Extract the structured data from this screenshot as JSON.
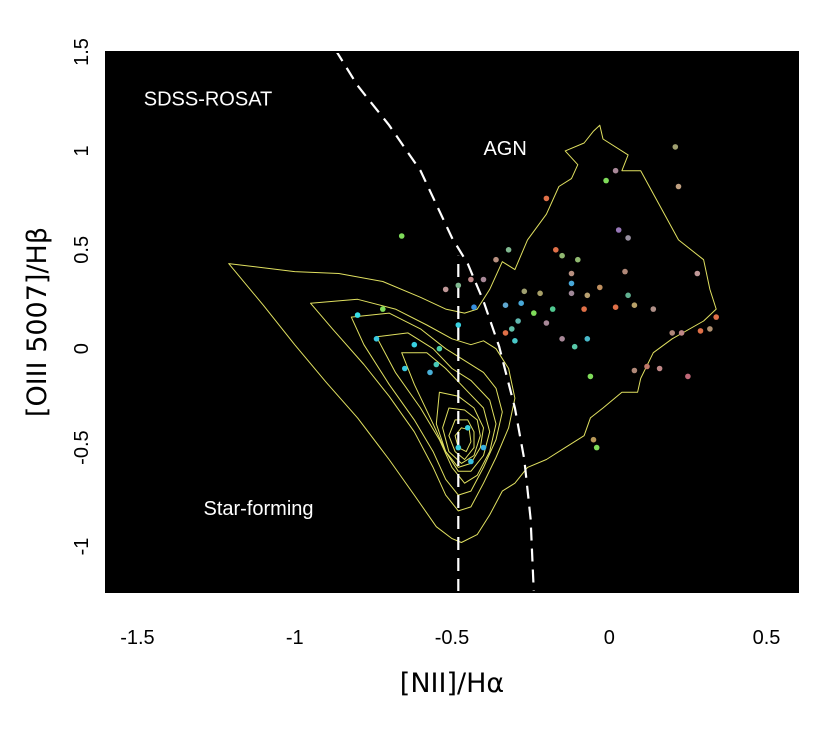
{
  "chart_data": {
    "type": "scatter",
    "title": "",
    "xlabel": "[NII]/Hα",
    "ylabel": "[OIII 5007]/Hβ",
    "xlim": [
      -1.6,
      0.6
    ],
    "ylim": [
      -1.23,
      1.5
    ],
    "x_ticks": [
      -1.5,
      -1,
      -0.5,
      0,
      0.5
    ],
    "x_tick_labels": [
      "-1.5",
      "-1",
      "-0.5",
      "0",
      "0.5"
    ],
    "y_ticks": [
      -1,
      -0.5,
      0,
      0.5,
      1,
      1.5
    ],
    "y_tick_labels": [
      "-1",
      "-0.5",
      "0",
      "0.5",
      "1",
      "1.5"
    ],
    "background": "#000000",
    "contour_color": "#e0e060",
    "divider_color": "#ffffff",
    "annotations": [
      {
        "text": "SDSS-ROSAT",
        "x": -1.48,
        "y": 1.23
      },
      {
        "text": "AGN",
        "x": -0.4,
        "y": 0.98
      },
      {
        "text": "Star-forming",
        "x": -1.29,
        "y": -0.84
      }
    ],
    "divider_lines": [
      {
        "name": "kauffmann",
        "x": [
          -0.48,
          -0.48,
          -0.48
        ],
        "y": [
          -1.23,
          -0.5,
          0.47
        ]
      },
      {
        "name": "kewley",
        "x": [
          -0.87,
          -0.8,
          -0.7,
          -0.6,
          -0.5,
          -0.45,
          -0.4,
          -0.35,
          -0.3,
          -0.27,
          -0.25,
          -0.24
        ],
        "y": [
          1.51,
          1.33,
          1.13,
          0.9,
          0.56,
          0.43,
          0.24,
          0.01,
          -0.3,
          -0.56,
          -0.86,
          -1.23
        ]
      }
    ],
    "contours": [
      {
        "level": 1,
        "x": [
          -1.21,
          -1.0,
          -0.86,
          -0.72,
          -0.6,
          -0.52,
          -0.46,
          -0.42,
          -0.38,
          -0.34,
          -0.3,
          -0.26,
          -0.2,
          -0.16,
          -0.12,
          -0.1,
          -0.14,
          -0.08,
          -0.05,
          -0.03,
          -0.02,
          0.06,
          0.04,
          0.1,
          0.22,
          0.3,
          0.32,
          0.34,
          0.3,
          0.2,
          0.14,
          0.1,
          0.09,
          0.04,
          -0.02,
          -0.06,
          -0.08,
          -0.14,
          -0.2,
          -0.26,
          -0.3,
          -0.34,
          -0.38,
          -0.42,
          -0.47,
          -0.5,
          -0.55,
          -0.62,
          -0.7,
          -0.8,
          -0.9,
          -1.0,
          -1.1,
          -1.21
        ],
        "y": [
          0.43,
          0.39,
          0.38,
          0.34,
          0.26,
          0.2,
          0.18,
          0.2,
          0.3,
          0.44,
          0.4,
          0.55,
          0.68,
          0.82,
          0.86,
          0.93,
          1.0,
          1.04,
          1.1,
          1.13,
          1.06,
          0.98,
          0.9,
          0.9,
          0.55,
          0.45,
          0.3,
          0.2,
          0.14,
          0.05,
          -0.02,
          -0.15,
          -0.22,
          -0.22,
          -0.3,
          -0.35,
          -0.44,
          -0.5,
          -0.56,
          -0.6,
          -0.68,
          -0.72,
          -0.84,
          -0.94,
          -0.98,
          -0.96,
          -0.9,
          -0.74,
          -0.56,
          -0.35,
          -0.17,
          0.02,
          0.22,
          0.43
        ]
      },
      {
        "level": 2,
        "x": [
          -0.95,
          -0.8,
          -0.68,
          -0.58,
          -0.5,
          -0.44,
          -0.4,
          -0.36,
          -0.32,
          -0.3,
          -0.32,
          -0.36,
          -0.4,
          -0.44,
          -0.48,
          -0.52,
          -0.56,
          -0.62,
          -0.7,
          -0.78,
          -0.88,
          -0.95
        ],
        "y": [
          0.23,
          0.25,
          0.2,
          0.12,
          0.05,
          0.02,
          0.04,
          0.0,
          -0.1,
          -0.25,
          -0.4,
          -0.55,
          -0.68,
          -0.8,
          -0.82,
          -0.74,
          -0.6,
          -0.42,
          -0.24,
          -0.08,
          0.1,
          0.23
        ]
      },
      {
        "level": 3,
        "x": [
          -0.82,
          -0.7,
          -0.6,
          -0.52,
          -0.46,
          -0.4,
          -0.36,
          -0.34,
          -0.36,
          -0.4,
          -0.44,
          -0.48,
          -0.52,
          -0.56,
          -0.62,
          -0.7,
          -0.78,
          -0.82
        ],
        "y": [
          0.16,
          0.18,
          0.1,
          0.0,
          -0.06,
          -0.12,
          -0.2,
          -0.32,
          -0.46,
          -0.6,
          -0.72,
          -0.74,
          -0.66,
          -0.52,
          -0.36,
          -0.18,
          0.02,
          0.16
        ]
      },
      {
        "level": 4,
        "x": [
          -0.74,
          -0.64,
          -0.56,
          -0.5,
          -0.44,
          -0.38,
          -0.36,
          -0.38,
          -0.42,
          -0.46,
          -0.5,
          -0.54,
          -0.6,
          -0.68,
          -0.74
        ],
        "y": [
          0.06,
          0.08,
          0.0,
          -0.1,
          -0.16,
          -0.26,
          -0.38,
          -0.52,
          -0.64,
          -0.68,
          -0.6,
          -0.46,
          -0.3,
          -0.12,
          0.06
        ]
      },
      {
        "level": 5,
        "x": [
          -0.66,
          -0.58,
          -0.52,
          -0.46,
          -0.4,
          -0.38,
          -0.4,
          -0.44,
          -0.48,
          -0.52,
          -0.56,
          -0.62,
          -0.66
        ],
        "y": [
          -0.02,
          -0.02,
          -0.1,
          -0.2,
          -0.3,
          -0.42,
          -0.54,
          -0.62,
          -0.62,
          -0.52,
          -0.38,
          -0.18,
          -0.02
        ]
      },
      {
        "level": 6,
        "x": [
          -0.54,
          -0.48,
          -0.43,
          -0.4,
          -0.41,
          -0.44,
          -0.48,
          -0.52,
          -0.55,
          -0.54
        ],
        "y": [
          -0.22,
          -0.24,
          -0.3,
          -0.4,
          -0.5,
          -0.58,
          -0.6,
          -0.52,
          -0.38,
          -0.22
        ]
      },
      {
        "level": 7,
        "x": [
          -0.51,
          -0.46,
          -0.42,
          -0.41,
          -0.43,
          -0.47,
          -0.51,
          -0.53,
          -0.51
        ],
        "y": [
          -0.3,
          -0.31,
          -0.36,
          -0.44,
          -0.54,
          -0.58,
          -0.52,
          -0.4,
          -0.3
        ]
      },
      {
        "level": 8,
        "x": [
          -0.49,
          -0.45,
          -0.43,
          -0.43,
          -0.46,
          -0.49,
          -0.51,
          -0.49
        ],
        "y": [
          -0.36,
          -0.36,
          -0.42,
          -0.5,
          -0.56,
          -0.52,
          -0.44,
          -0.36
        ]
      },
      {
        "level": 9,
        "x": [
          -0.47,
          -0.445,
          -0.44,
          -0.455,
          -0.48,
          -0.49,
          -0.47
        ],
        "y": [
          -0.4,
          -0.41,
          -0.47,
          -0.52,
          -0.5,
          -0.44,
          -0.4
        ]
      }
    ],
    "points": [
      {
        "x": -0.66,
        "y": 0.57,
        "color": "#7fdc5a"
      },
      {
        "x": -0.72,
        "y": 0.2,
        "color": "#7fdc5a"
      },
      {
        "x": -0.8,
        "y": 0.17,
        "color": "#38e0e8"
      },
      {
        "x": -0.74,
        "y": 0.05,
        "color": "#38c8e0"
      },
      {
        "x": -0.62,
        "y": 0.02,
        "color": "#38d0e0"
      },
      {
        "x": -0.65,
        "y": -0.1,
        "color": "#38c8e0"
      },
      {
        "x": -0.57,
        "y": -0.12,
        "color": "#48b0d8"
      },
      {
        "x": -0.55,
        "y": -0.08,
        "color": "#48c8b8"
      },
      {
        "x": -0.54,
        "y": 0.0,
        "color": "#4cd0a8"
      },
      {
        "x": -0.48,
        "y": 0.12,
        "color": "#38d0e0"
      },
      {
        "x": -0.52,
        "y": 0.3,
        "color": "#c09898"
      },
      {
        "x": -0.48,
        "y": 0.32,
        "color": "#80b890"
      },
      {
        "x": -0.44,
        "y": 0.35,
        "color": "#c08888"
      },
      {
        "x": -0.43,
        "y": 0.21,
        "color": "#3890e0"
      },
      {
        "x": -0.4,
        "y": 0.35,
        "color": "#a88898"
      },
      {
        "x": -0.36,
        "y": 0.45,
        "color": "#b89080"
      },
      {
        "x": -0.32,
        "y": 0.5,
        "color": "#80b890"
      },
      {
        "x": -0.33,
        "y": 0.22,
        "color": "#60a8d0"
      },
      {
        "x": -0.31,
        "y": 0.1,
        "color": "#60c0a8"
      },
      {
        "x": -0.33,
        "y": 0.08,
        "color": "#e07048"
      },
      {
        "x": -0.3,
        "y": 0.04,
        "color": "#48c8c8"
      },
      {
        "x": -0.29,
        "y": 0.14,
        "color": "#60b8b0"
      },
      {
        "x": -0.28,
        "y": 0.23,
        "color": "#48a8d8"
      },
      {
        "x": -0.27,
        "y": 0.29,
        "color": "#a0a070"
      },
      {
        "x": -0.24,
        "y": 0.18,
        "color": "#7fdc5a"
      },
      {
        "x": -0.22,
        "y": 0.28,
        "color": "#a8a068"
      },
      {
        "x": -0.2,
        "y": 0.13,
        "color": "#a88898"
      },
      {
        "x": -0.18,
        "y": 0.2,
        "color": "#50c890"
      },
      {
        "x": -0.2,
        "y": 0.76,
        "color": "#e07048"
      },
      {
        "x": -0.17,
        "y": 0.5,
        "color": "#e07048"
      },
      {
        "x": -0.15,
        "y": 0.47,
        "color": "#90b870"
      },
      {
        "x": -0.15,
        "y": 0.05,
        "color": "#a88898"
      },
      {
        "x": -0.12,
        "y": 0.33,
        "color": "#48a8d8"
      },
      {
        "x": -0.12,
        "y": 0.28,
        "color": "#a08898"
      },
      {
        "x": -0.12,
        "y": 0.38,
        "color": "#b89080"
      },
      {
        "x": -0.11,
        "y": 0.01,
        "color": "#58c8a8"
      },
      {
        "x": -0.1,
        "y": 0.45,
        "color": "#90b870"
      },
      {
        "x": -0.08,
        "y": 0.2,
        "color": "#e07048"
      },
      {
        "x": -0.07,
        "y": 0.27,
        "color": "#b8a070"
      },
      {
        "x": -0.07,
        "y": 0.05,
        "color": "#48b8c8"
      },
      {
        "x": -0.06,
        "y": -0.14,
        "color": "#7fdc5a"
      },
      {
        "x": -0.04,
        "y": -0.5,
        "color": "#7fdc5a"
      },
      {
        "x": -0.05,
        "y": -0.46,
        "color": "#b89858"
      },
      {
        "x": -0.03,
        "y": 0.31,
        "color": "#c09060"
      },
      {
        "x": -0.01,
        "y": 0.85,
        "color": "#7fdc5a"
      },
      {
        "x": 0.02,
        "y": 0.9,
        "color": "#a88898"
      },
      {
        "x": 0.02,
        "y": 0.21,
        "color": "#e07048"
      },
      {
        "x": 0.03,
        "y": 0.6,
        "color": "#9878b8"
      },
      {
        "x": 0.05,
        "y": 0.39,
        "color": "#b08878"
      },
      {
        "x": 0.06,
        "y": 0.27,
        "color": "#60b090"
      },
      {
        "x": 0.06,
        "y": 0.56,
        "color": "#9890a0"
      },
      {
        "x": 0.08,
        "y": 0.22,
        "color": "#b8a068"
      },
      {
        "x": 0.08,
        "y": -0.11,
        "color": "#b08878"
      },
      {
        "x": 0.12,
        "y": -0.09,
        "color": "#c07868"
      },
      {
        "x": 0.14,
        "y": 0.2,
        "color": "#b09088"
      },
      {
        "x": 0.16,
        "y": -0.1,
        "color": "#c08888"
      },
      {
        "x": 0.2,
        "y": 0.08,
        "color": "#b08878"
      },
      {
        "x": 0.21,
        "y": 1.02,
        "color": "#a0a070"
      },
      {
        "x": 0.22,
        "y": 0.82,
        "color": "#c0a080"
      },
      {
        "x": 0.23,
        "y": 0.08,
        "color": "#c08888"
      },
      {
        "x": 0.25,
        "y": -0.14,
        "color": "#c06878"
      },
      {
        "x": 0.28,
        "y": 0.38,
        "color": "#c09898"
      },
      {
        "x": 0.29,
        "y": 0.09,
        "color": "#e07048"
      },
      {
        "x": 0.32,
        "y": 0.1,
        "color": "#b09070"
      },
      {
        "x": 0.34,
        "y": 0.16,
        "color": "#e07048"
      },
      {
        "x": -0.45,
        "y": -0.4,
        "color": "#38d0e0"
      },
      {
        "x": -0.44,
        "y": -0.57,
        "color": "#38c0e0"
      },
      {
        "x": -0.48,
        "y": -0.5,
        "color": "#38d0e0"
      },
      {
        "x": -0.4,
        "y": -0.5,
        "color": "#38b0e0"
      }
    ]
  }
}
